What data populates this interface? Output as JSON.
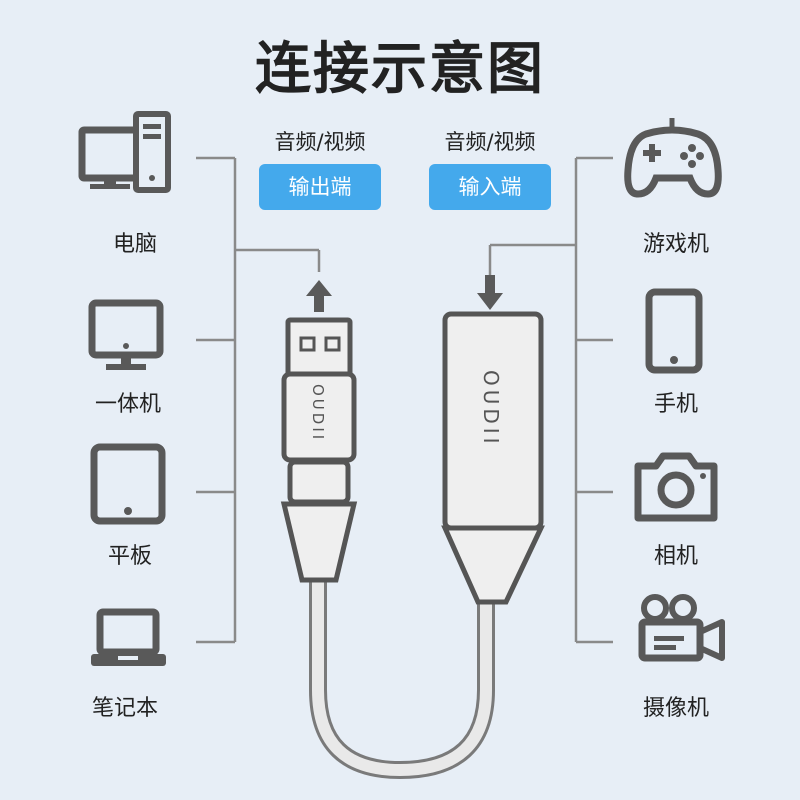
{
  "title": "连接示意图",
  "output_port": {
    "caption": "音频/视频",
    "badge": "输出端"
  },
  "input_port": {
    "caption": "音频/视频",
    "badge": "输入端"
  },
  "left_devices": [
    {
      "label": "电脑",
      "icon": "desktop-computer-icon"
    },
    {
      "label": "一体机",
      "icon": "all-in-one-icon"
    },
    {
      "label": "平板",
      "icon": "tablet-icon"
    },
    {
      "label": "笔记本",
      "icon": "laptop-icon"
    }
  ],
  "right_devices": [
    {
      "label": "游戏机",
      "icon": "gamepad-icon"
    },
    {
      "label": "手机",
      "icon": "phone-icon"
    },
    {
      "label": "相机",
      "icon": "camera-icon"
    },
    {
      "label": "摄像机",
      "icon": "video-camera-icon"
    }
  ],
  "usb_brand": "OUDII",
  "hdmi_brand": "OUDII",
  "colors": {
    "badge": "#44a9ec",
    "background": "#e7eef6",
    "line": "#8a8a8a",
    "icon": "#595959"
  }
}
